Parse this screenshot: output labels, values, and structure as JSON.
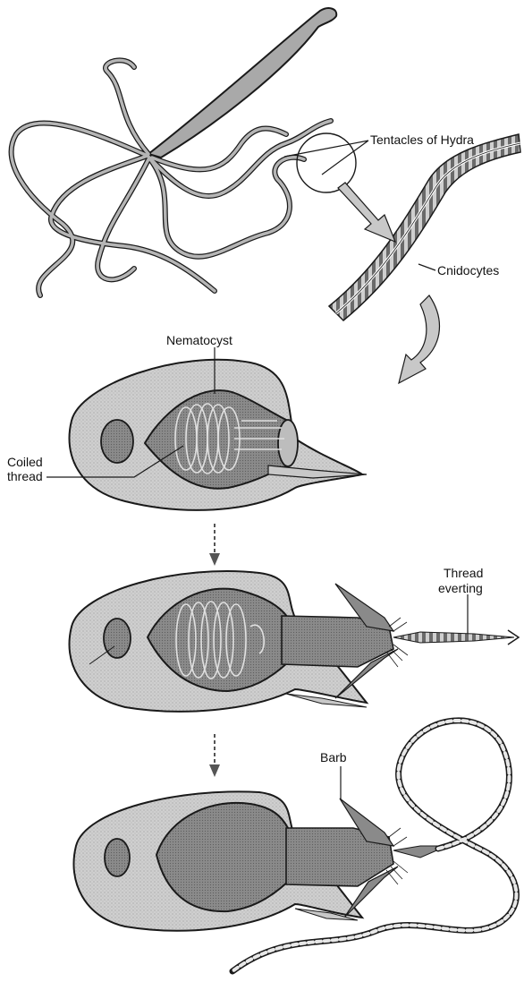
{
  "labels": {
    "tentacles": "Tentacles of Hydra",
    "cnidocytes": "Cnidocytes",
    "nematocyst": "Nematocyst",
    "coiled_thread_line1": "Coiled",
    "coiled_thread_line2": "thread",
    "thread_everting_line1": "Thread",
    "thread_everting_line2": "everting",
    "barb": "Barb"
  },
  "colors": {
    "cell_fill": "#cfcfcf",
    "capsule_fill": "#8a8a8a",
    "nucleus_fill": "#6e6e6e",
    "outline": "#1a1a1a",
    "tentacle_fill": "#a9a9a9",
    "arrow_fill": "#c8c8c8"
  }
}
